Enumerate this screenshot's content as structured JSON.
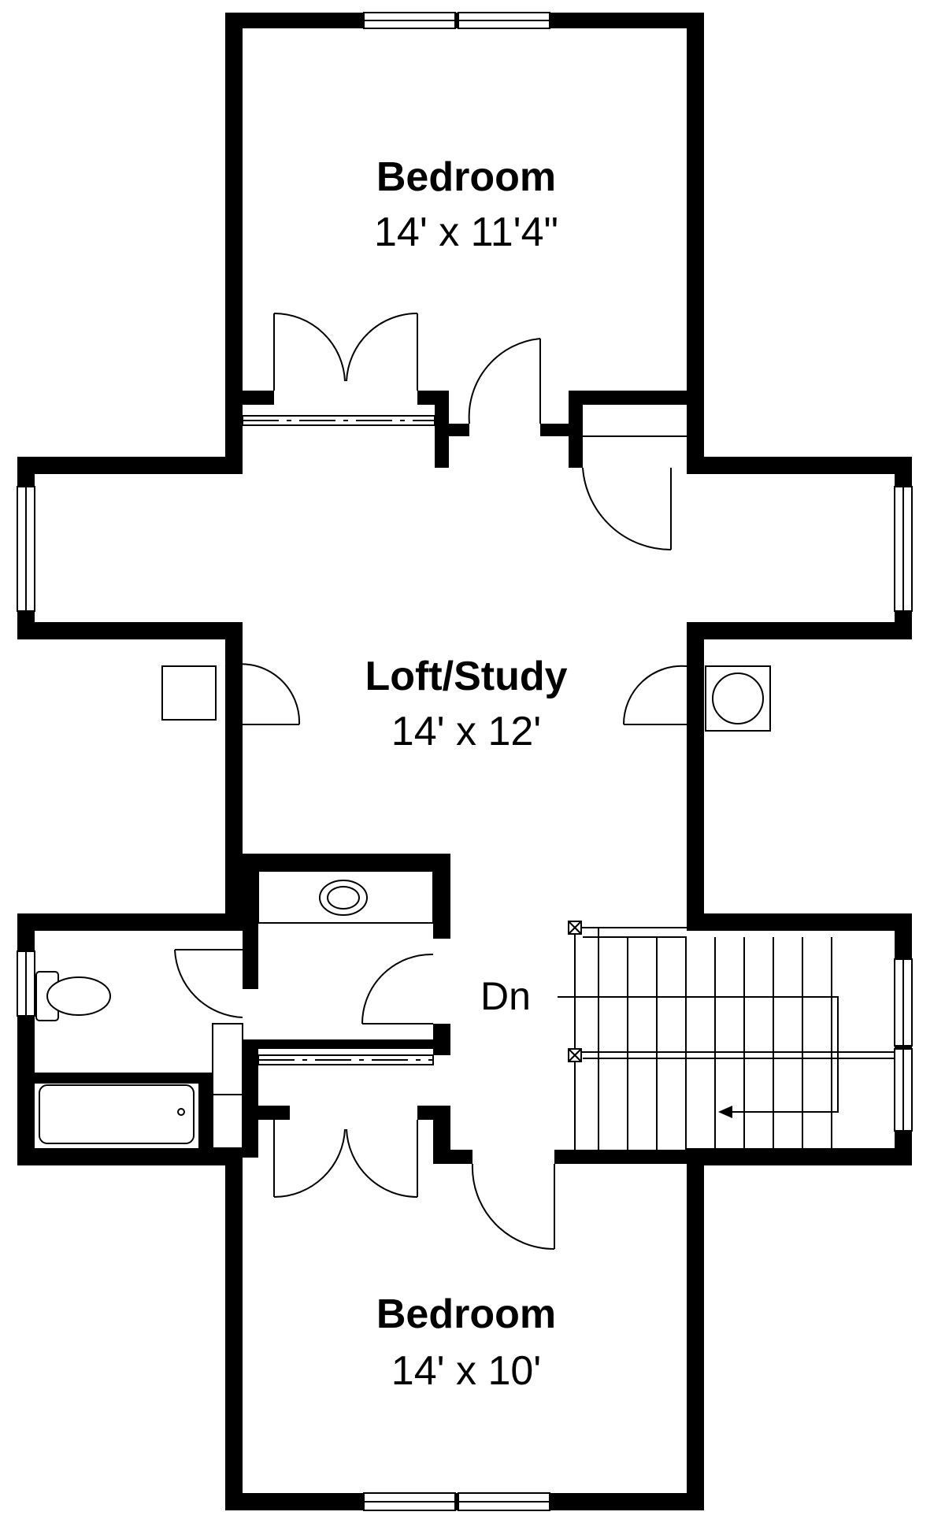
{
  "rooms": {
    "top_bedroom": {
      "name": "Bedroom",
      "dimensions": "14' x 11'4\""
    },
    "loft": {
      "name": "Loft/Study",
      "dimensions": "14' x 12'"
    },
    "bottom_bedroom": {
      "name": "Bedroom",
      "dimensions": "14' x 10'"
    }
  },
  "stairs": {
    "label": "Dn"
  },
  "colors": {
    "wall": "#000000",
    "background": "#ffffff"
  }
}
